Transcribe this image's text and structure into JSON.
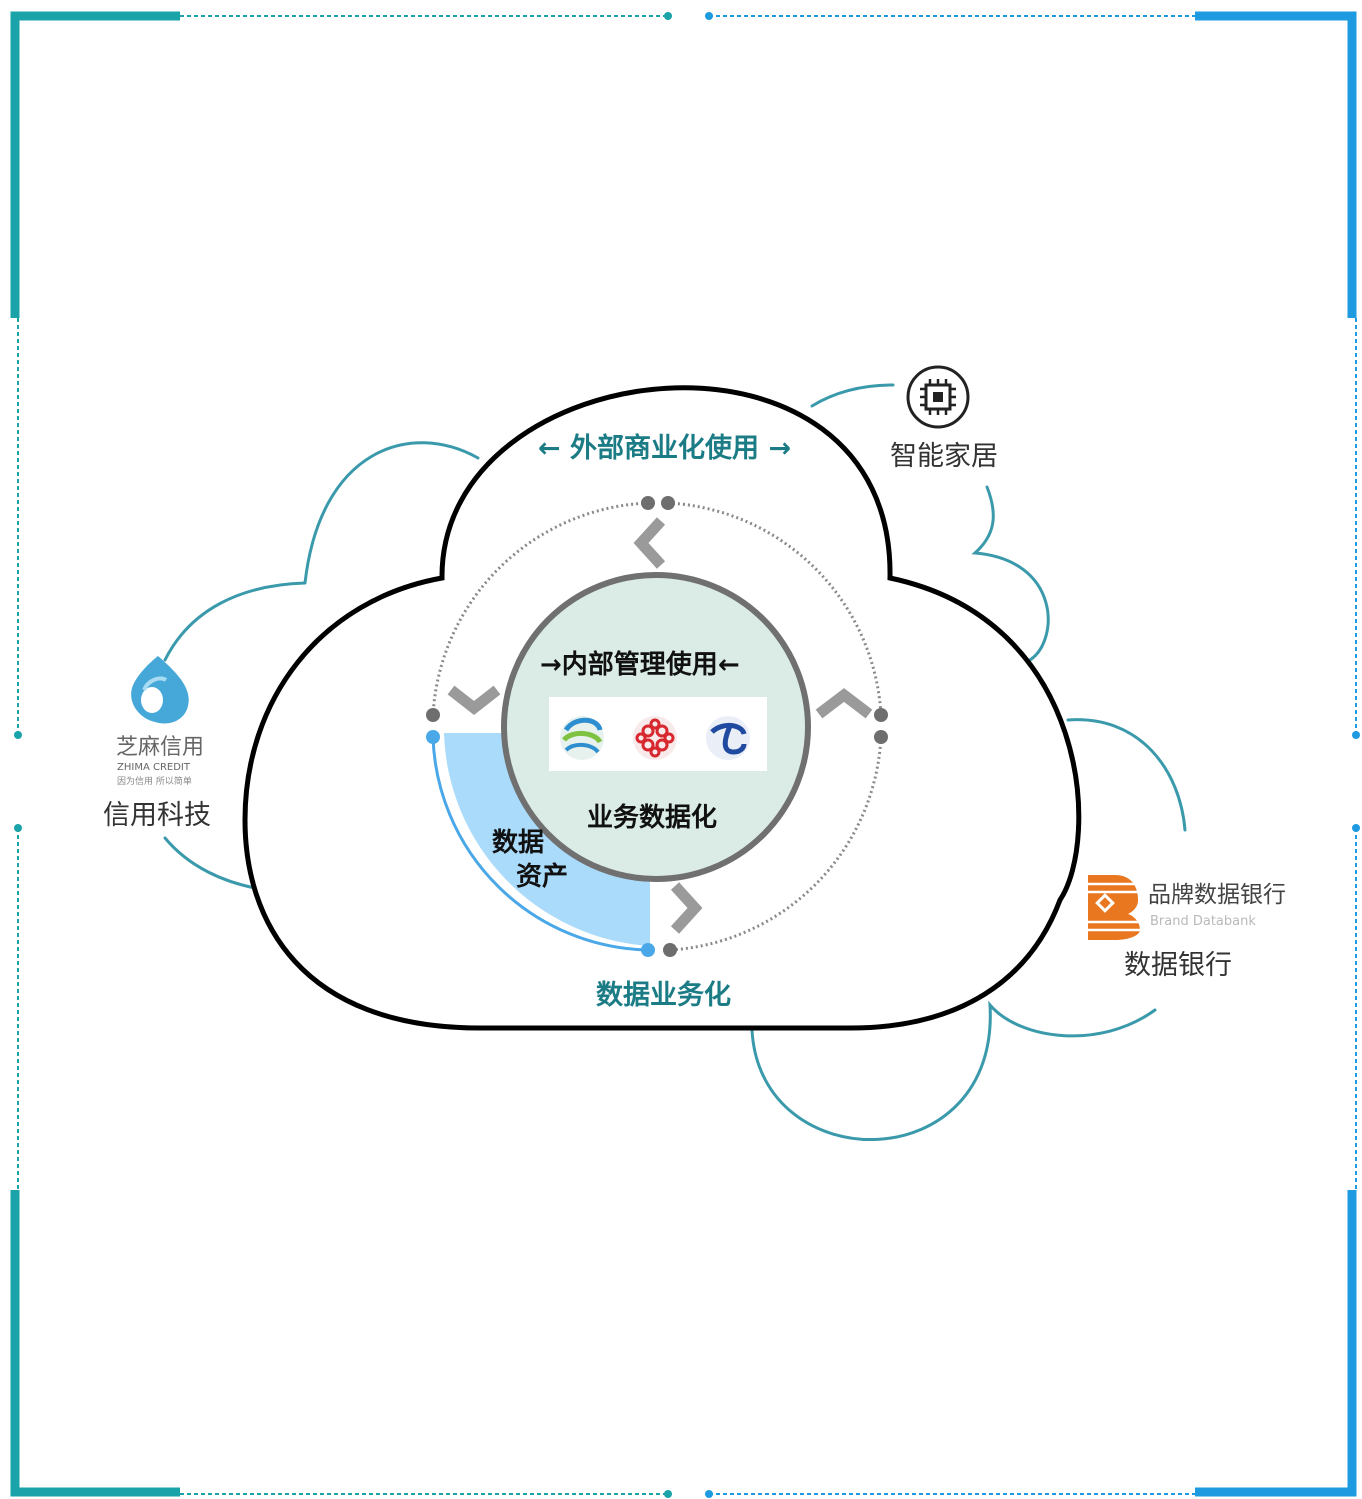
{
  "colors": {
    "frame_teal": "#1aa3a8",
    "frame_blue": "#1e9be0",
    "cloud_outline": "#000000",
    "small_cloud": "#3a9aab",
    "ring_grey": "#8a8a8a",
    "center_fill": "#dbece7",
    "center_border": "#707070",
    "data_asset_fill": "#aadbfb",
    "data_asset_arc": "#4aa8e8",
    "teal_text": "#1c7c86",
    "zhima_blue": "#46a8d8",
    "brand_orange": "#e8771f"
  },
  "labels": {
    "external_use": "外部商业化使用",
    "internal_use": "内部管理使用",
    "business_digitization": "业务数据化",
    "data_assets_line1": "数据",
    "data_assets_line2": "资产",
    "data_businessization": "数据业务化"
  },
  "nodes": {
    "smart_home": {
      "label": "智能家居",
      "icon": "chip-icon"
    },
    "credit_tech": {
      "label": "信用科技",
      "logo_name_cn": "芝麻信用",
      "logo_name_en": "ZHIMA CREDIT",
      "logo_slogan": "因为信用 所以简单"
    },
    "data_bank": {
      "label": "数据银行",
      "logo_name_cn": "品牌数据银行",
      "logo_name_en": "Brand Databank"
    }
  },
  "carriers": [
    {
      "name": "china-mobile-logo",
      "icon": "china-mobile-icon"
    },
    {
      "name": "china-unicom-logo",
      "icon": "china-unicom-icon"
    },
    {
      "name": "china-telecom-logo",
      "icon": "china-telecom-icon"
    }
  ]
}
